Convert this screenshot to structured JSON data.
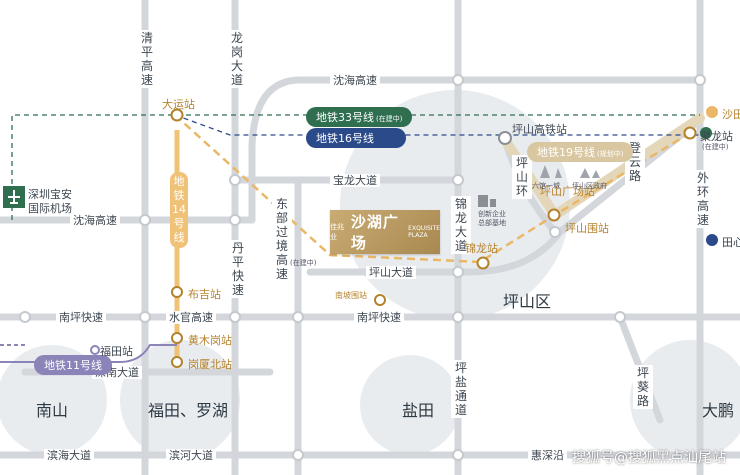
{
  "colors": {
    "road": "#d3d7dc",
    "metro33": "#2f6e4f",
    "metro16": "#2b4a8a",
    "metro19": "#d9c7a2",
    "metro11": "#8a84b8",
    "metro14": "#f0c277",
    "gold": "#b5822c",
    "district_circle": "#e9ecef"
  },
  "roads": {
    "qingping": "清平高速",
    "longgang": "龙岗大道",
    "yanhai_top": "沈海高速",
    "yanhai_left": "沈海高速",
    "baolong": "宝龙大道",
    "dongbu": "东部过境高速",
    "dongbu_note": "(在建中)",
    "danping": "丹平快速",
    "jinlong": "锦龙大道",
    "pingshan": "坪山大道",
    "nanping_left": "南坪快速",
    "nanping_right": "南坪快速",
    "shuiguan": "水官高速",
    "shennan": "深南大道",
    "binhai": "滨海大道",
    "binhe": "滨河大道",
    "huiyan": "惠深沿",
    "pingyan": "坪盐通道",
    "pingkui": "坪葵路",
    "waihuan": "外环高速",
    "pingshan_huanyuan": "坪山环",
    "dengyun": "登云路"
  },
  "metro_lines": {
    "line33": {
      "label": "地铁33号线",
      "note": "(在建中)"
    },
    "line16": {
      "label": "地铁16号线"
    },
    "line19": {
      "label": "地铁19号线",
      "note": "(规划中)"
    },
    "line14": {
      "label": "地铁14号线"
    },
    "line11": {
      "label": "地铁11号线"
    }
  },
  "stations": {
    "dayun": "大运站",
    "buji": "布吉站",
    "huangmugang": "黄木岗站",
    "gangxiabei": "岗厦北站",
    "futian": "福田站",
    "jinlong": "锦龙站",
    "pingshan_square": "坪山广场站",
    "pingshan_wai": "坪山围站",
    "pingshan_hsr": "坪山高铁站",
    "julong": "聚龙站",
    "julong_note": "(在建中)",
    "shatian": "沙田",
    "tianxin": "田心",
    "nanbu_gan": "南坡围站"
  },
  "landmarks": {
    "airport_line1": "深圳宝安",
    "airport_line2": "国际机场",
    "liuyue": "六馆一城",
    "gov": "坪山区政府",
    "hq_line1": "创新企业",
    "hq_line2": "总部基地"
  },
  "project": {
    "brand": "佳兆业",
    "name": "沙湖广场",
    "en_line1": "EXQUISITE",
    "en_line2": "PLAZA"
  },
  "districts": {
    "nanshan": "南山",
    "futian_luohu": "福田、罗湖",
    "yantian": "盐田",
    "pingshan": "坪山区",
    "dapeng": "大鹏"
  },
  "watermark": "搜狐号@搜狐黑点汕尾站"
}
